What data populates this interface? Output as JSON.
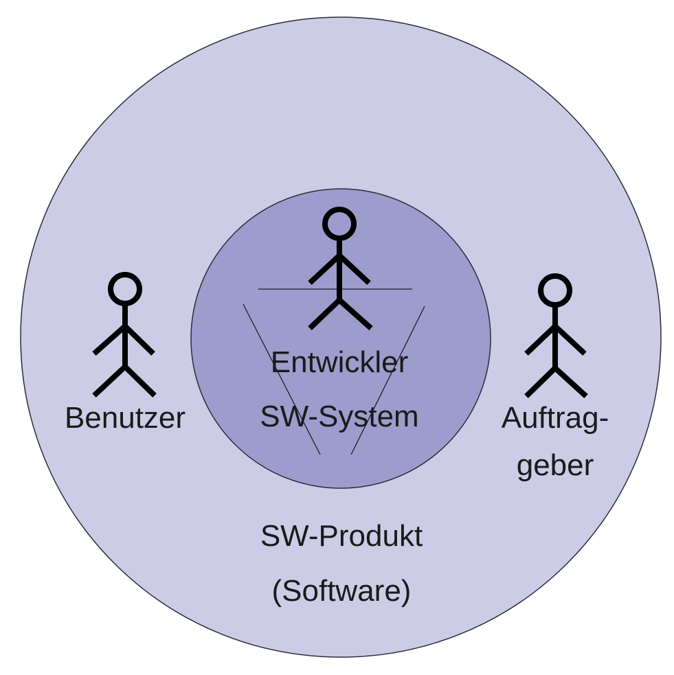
{
  "colors": {
    "background": "#ffffff",
    "outer_circle": "#cdcce6",
    "inner_circle": "#9c9dcc",
    "circle_outline": "#2b2b3a",
    "figure": "#000000",
    "text": "#1a1a1a"
  },
  "outer": {
    "label_line1": "SW-Produkt",
    "label_line2": "(Software)"
  },
  "inner": {
    "label_line1": "Entwickler",
    "label_line2": "SW-System"
  },
  "left_actor": {
    "icon": "stick-figure-icon",
    "label": "Benutzer"
  },
  "right_actor": {
    "icon": "stick-figure-icon",
    "label_line1": "Auftrag-",
    "label_line2": "geber"
  },
  "center_actor": {
    "icon": "stick-figure-icon"
  }
}
